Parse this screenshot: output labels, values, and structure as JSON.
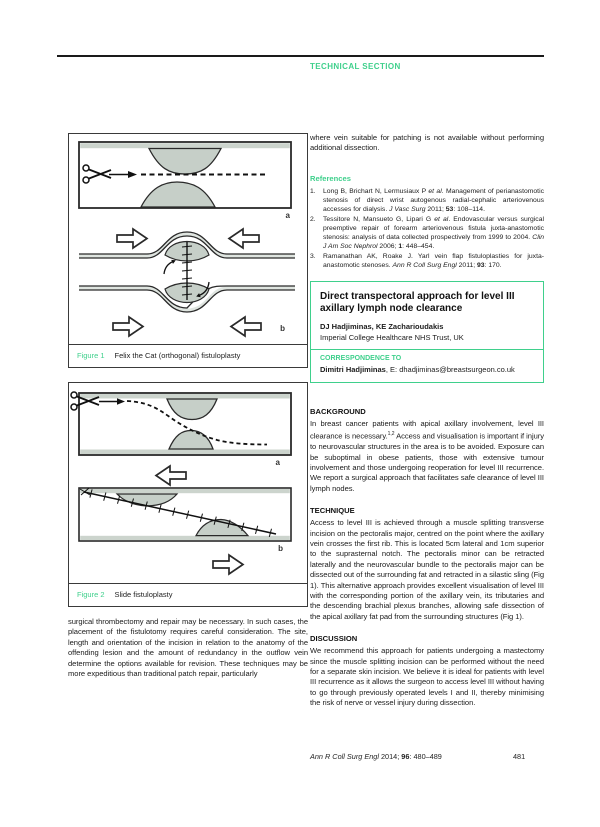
{
  "colors": {
    "accent": "#3fd08c",
    "figure_gray": "#c6cfc8"
  },
  "header": {
    "section_label": "TECHNICAL SECTION"
  },
  "left_column": {
    "figure1": {
      "label": "Figure 1",
      "caption": "Felix the Cat (orthogonal) fistuloplasty",
      "panel_a_label": "a",
      "panel_b_label": "b"
    },
    "figure2": {
      "label": "Figure 2",
      "caption": "Slide fistuloplasty",
      "panel_a_label": "a",
      "panel_b_label": "b"
    },
    "paragraph": "surgical thrombectomy and repair may be necessary. In such cases, the placement of the fistulotomy requires careful consideration. The site, length and orientation of the incision in relation to the anatomy of the offending lesion and the amount of redundancy in the outflow vein determine the options available for revision. These techniques may be more expeditious than traditional patch repair, particularly"
  },
  "right_column": {
    "intro_paragraph": "where vein suitable for patching is not available without performing additional dissection.",
    "references": {
      "heading": "References",
      "items": [
        {
          "num": "1.",
          "authors": "Long B, Brichart N, Lermusiaux P ",
          "etal": "et al",
          "text": ". Management of perianastomotic stenosis of direct wrist autogenous radial-cephalic arteriovenous accesses for dialysis. ",
          "journal": "J Vasc Surg",
          "year": " 2011; ",
          "volume": "53",
          "pages": ": 108–114."
        },
        {
          "num": "2.",
          "authors": "Tessitore N, Mansueto G, Lipari G ",
          "etal": "et al",
          "text": ". Endovascular versus surgical preemptive repair of forearm arteriovenous fistula juxta-anastomotic stenosis: analysis of data collected prospectively from 1999 to 2004. ",
          "journal": "Clin J Am Soc Nephrol",
          "year": " 2006; ",
          "volume": "1",
          "pages": ": 448–454."
        },
        {
          "num": "3.",
          "authors": "Ramanathan AK, Roake J. ",
          "etal": "",
          "text": "Yarl vein flap fistuloplasties for juxta-anastomotic stenoses. ",
          "journal": "Ann R Coll Surg Engl",
          "year": " 2011; ",
          "volume": "93",
          "pages": ": 170."
        }
      ]
    },
    "article_box": {
      "title": "Direct transpectoral approach for level III axillary lymph node clearance",
      "authors": "DJ Hadjiminas, KE Zacharioudakis",
      "affiliation": "Imperial College Healthcare NHS Trust, UK",
      "correspondence_label": "CORRESPONDENCE TO",
      "correspondence_name": "Dimitri Hadjiminas",
      "correspondence_contact": ", E: dhadjiminas@breastsurgeon.co.uk"
    },
    "background": {
      "heading": "BACKGROUND",
      "body_pre": "In breast cancer patients with apical axillary involvement, level III clearance is necessary.",
      "citation_sup": "1,2",
      "body_post": " Access and visualisation is important if injury to neurovascular structures in the area is to be avoided. Exposure can be suboptimal in obese patients, those with extensive tumour involvement and those undergoing reoperation for level III recurrence. We report a surgical approach that facilitates safe clearance of level III lymph nodes."
    },
    "technique": {
      "heading": "TECHNIQUE",
      "body": "Access to level III is achieved through a muscle splitting transverse incision on the pectoralis major, centred on the point where the axillary vein crosses the first rib. This is located 5cm lateral and 1cm superior to the suprasternal notch. The pectoralis minor can be retracted laterally and the neurovascular bundle to the pectoralis major can be dissected out of the surrounding fat and retracted in a silastic sling (Fig 1). This alternative approach provides excellent visualisation of level III with the corresponding portion of the axillary vein, its tributaries and the descending brachial plexus branches, allowing safe dissection of the apical axillary fat pad from the surrounding structures (Fig 1)."
    },
    "discussion": {
      "heading": "DISCUSSION",
      "body": "We recommend this approach for patients undergoing a mastectomy since the muscle splitting incision can be performed without the need for a separate skin incision. We believe it is ideal for patients with level III recurrence as it allows the surgeon to access level III without having to go through previously operated levels I and II, thereby minimising the risk of nerve or vessel injury during dissection."
    }
  },
  "footer": {
    "journal": "Ann R Coll Surg Engl",
    "year": " 2014; ",
    "volume": "96",
    "pages": ": 480–489",
    "page_number": "481"
  }
}
